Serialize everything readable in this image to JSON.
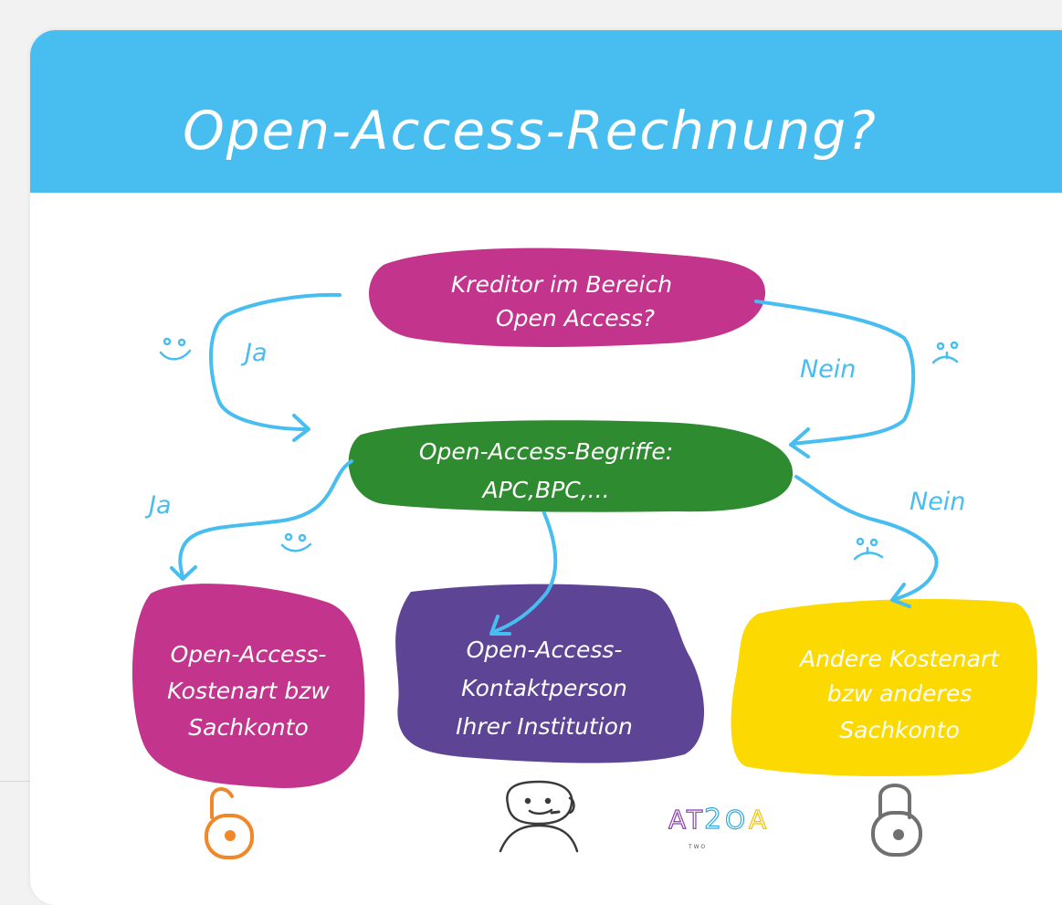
{
  "title": "Open-Access-Rechnung?",
  "nodes": {
    "kreditor": {
      "line1": "Kreditor im Bereich",
      "line2": "Open Access?"
    },
    "begriffe": {
      "line1": "Open-Access-Begriffe:",
      "line2": "APC,BPC,..."
    },
    "oa_kostenart": {
      "line1": "Open-Access-",
      "line2": "Kostenart bzw",
      "line3": "Sachkonto"
    },
    "kontaktperson": {
      "line1": "Open-Access-",
      "line2": "Kontaktperson",
      "line3": "Ihrer Institution"
    },
    "andere": {
      "line1": "Andere Kostenart",
      "line2": "bzw anderes",
      "line3": "Sachkonto"
    }
  },
  "edges": {
    "ja_top": "Ja",
    "nein_top": "Nein",
    "ja_left": "Ja",
    "nein_right": "Nein"
  },
  "logo": {
    "main": "AT2OA",
    "sub": "T W O"
  },
  "icons": [
    "happy-face-icon",
    "sad-face-icon",
    "unlocked-lock-icon",
    "headset-person-icon",
    "locked-lock-icon"
  ],
  "colors": {
    "header": "#48bdef",
    "magenta": "#c3348c",
    "green": "#2e8b2f",
    "purple": "#5e4494",
    "yellow": "#fcd900",
    "arrow": "#48bdef",
    "lock_orange": "#f0882a",
    "lock_gray": "#707070"
  }
}
